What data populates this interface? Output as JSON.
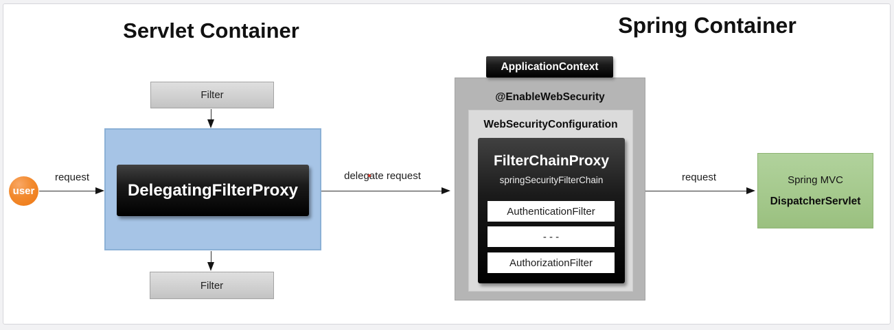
{
  "titles": {
    "servlet_container": "Servlet Container",
    "spring_container": "Spring Container"
  },
  "user": {
    "label": "user"
  },
  "servlet_filters": {
    "top": "Filter",
    "bottom": "Filter"
  },
  "delegating_filter_proxy": {
    "label": "DelegatingFilterProxy"
  },
  "flow_labels": {
    "user_request": "request",
    "delegate_request": "delegate request",
    "spring_request": "request"
  },
  "application_context": {
    "label": "ApplicationContext",
    "annotation": "@EnableWebSecurity",
    "configuration": "WebSecurityConfiguration",
    "filter_chain_proxy": {
      "title": "FilterChainProxy",
      "subtitle": "springSecurityFilterChain",
      "chain": [
        "AuthenticationFilter",
        "- - -",
        "AuthorizationFilter"
      ]
    }
  },
  "spring_mvc": {
    "line1": "Spring MVC",
    "line2": "DispatcherServlet"
  },
  "colors": {
    "blue_box": "#a6c4e6",
    "outer_gray": "#b5b5b5",
    "inner_gray": "#dbdbdb",
    "green_box": "#a5c98d",
    "user_orange": "#f28a2e",
    "black_box": "#000000"
  }
}
